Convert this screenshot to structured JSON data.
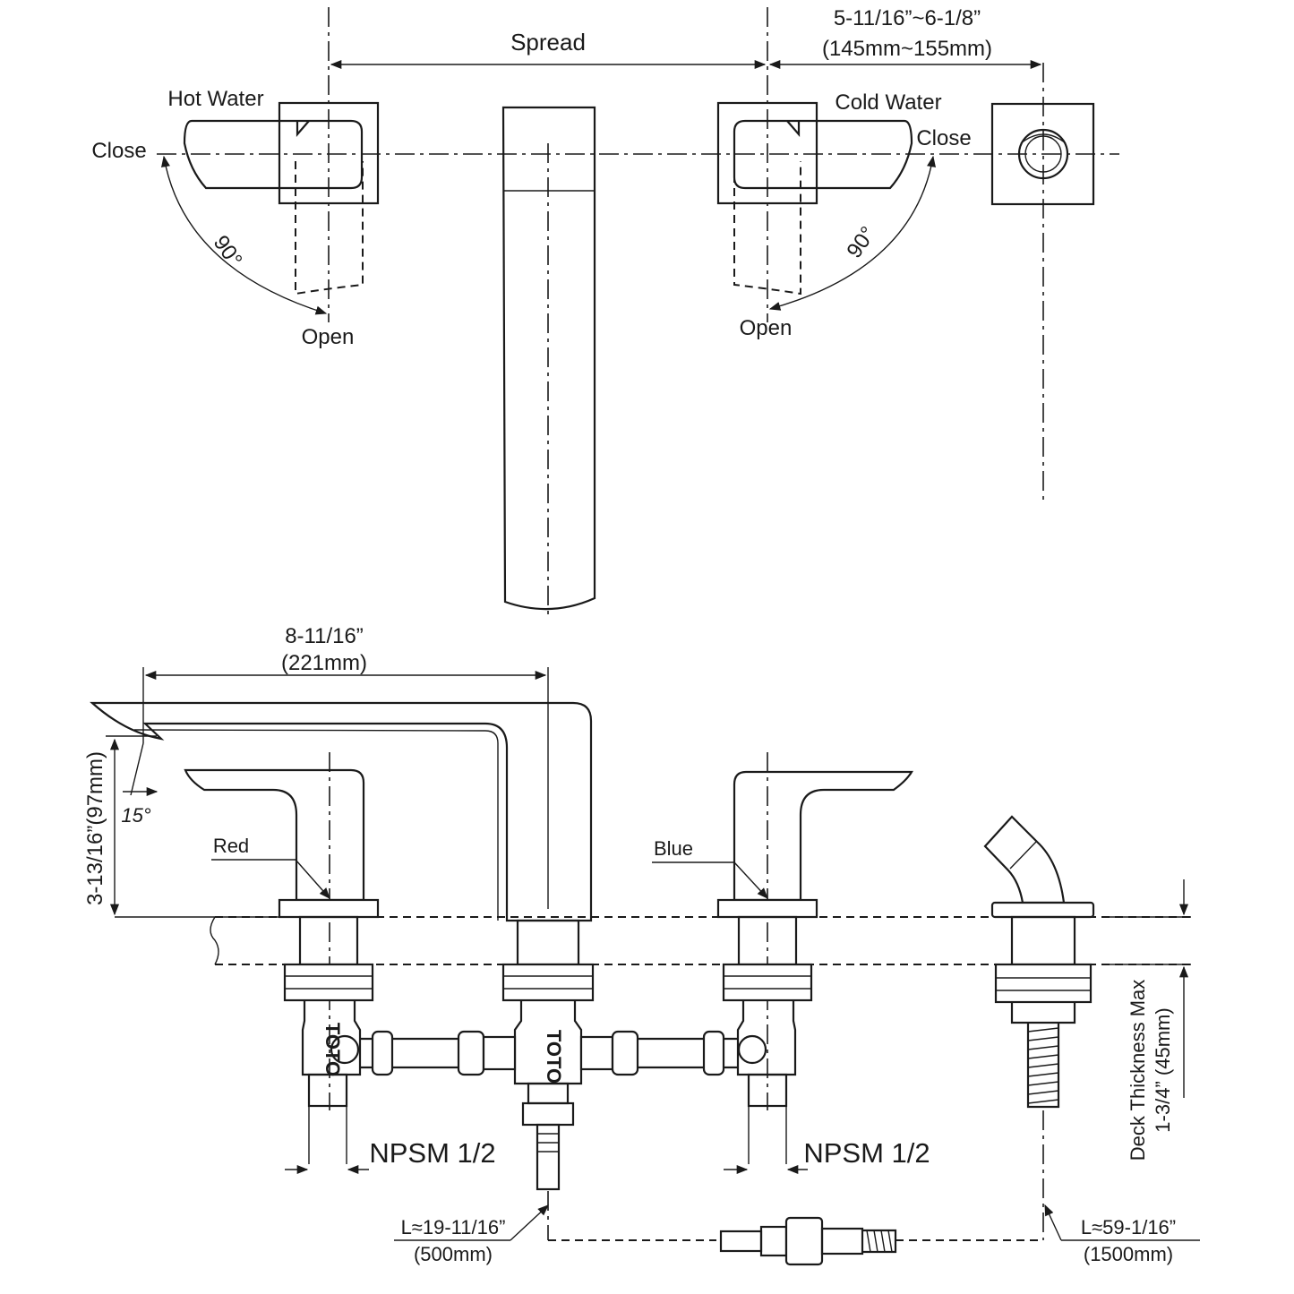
{
  "top_view": {
    "spread": "Spread",
    "handle_offset": "5-11/16”~6-1/8”",
    "handle_offset_mm": "(145mm~155mm)",
    "hot_water": "Hot Water",
    "cold_water": "Cold Water",
    "close_left": "Close",
    "close_right": "Close",
    "open_left": "Open",
    "open_right": "Open",
    "angle_left": "90°",
    "angle_right": "90°"
  },
  "side_view": {
    "spout_reach": "8-11/16”",
    "spout_reach_mm": "(221mm)",
    "spout_height": "3-13/16”(97mm)",
    "spout_angle": "15°",
    "red": "Red",
    "blue": "Blue",
    "npsm_left": "NPSM 1/2",
    "npsm_right": "NPSM 1/2",
    "deck_line1": "Deck Thickness Max",
    "deck_line2": "1-3/4” (45mm)",
    "hose_short": "L≈19-11/16”",
    "hose_short_mm": "(500mm)",
    "hose_long": "L≈59-1/16”",
    "hose_long_mm": "(1500mm)",
    "valve_mark": "TOTO"
  },
  "colors": {
    "line": "#1a1a1a",
    "background": "#ffffff"
  }
}
